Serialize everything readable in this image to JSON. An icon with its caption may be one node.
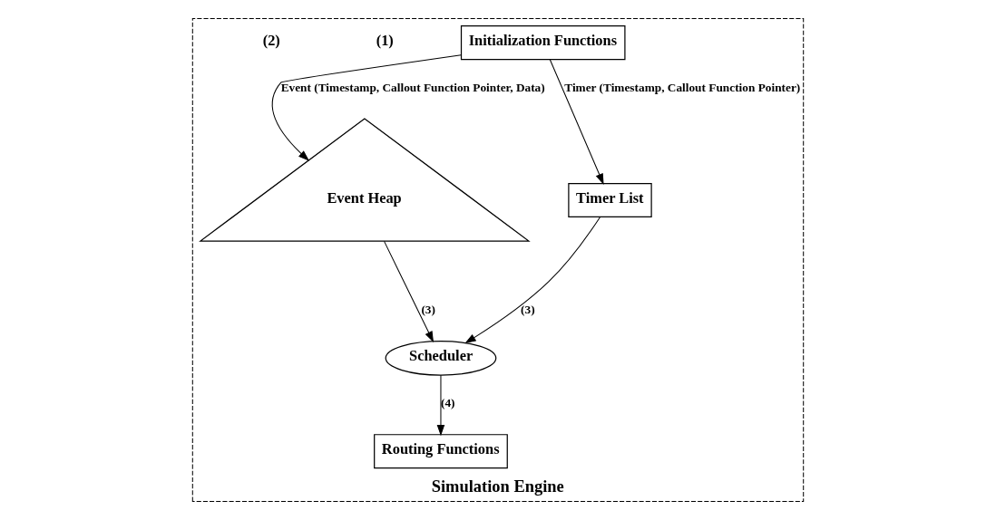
{
  "diagram": {
    "nodes": [
      {
        "text": [
          "Simulation Engine"
        ]
      },
      {
        "text": [
          "Initialization Functions"
        ],
        "in": 0
      },
      {
        "text": [
          "Routing Functions"
        ],
        "in": 0
      },
      {
        "text": [
          "Scheduler"
        ],
        "in": 0
      },
      {
        "text": [
          "Event Heap"
        ],
        "in": 0
      },
      {
        "text": [
          "Timer List"
        ],
        "in": 0
      }
    ],
    "edges": [
      {
        "from": 1,
        "to": 4,
        "arrow": "to",
        "label": "Event (Timestamp, Callout Function Pointer, Data)"
      },
      {
        "from": 1,
        "to": 5,
        "arrow": "to",
        "label": "Timer (Timestamp, Callout Function Pointer)"
      },
      {
        "from": 3,
        "to": 2,
        "arrow": "to",
        "label": "(4)"
      },
      {
        "from": 4,
        "to": 3,
        "arrow": "to",
        "label": "(3)"
      },
      {
        "from": 5,
        "to": 3,
        "arrow": "to",
        "label": "(3)"
      }
    ],
    "labels": [
      "(1)",
      "(2)"
    ]
  }
}
